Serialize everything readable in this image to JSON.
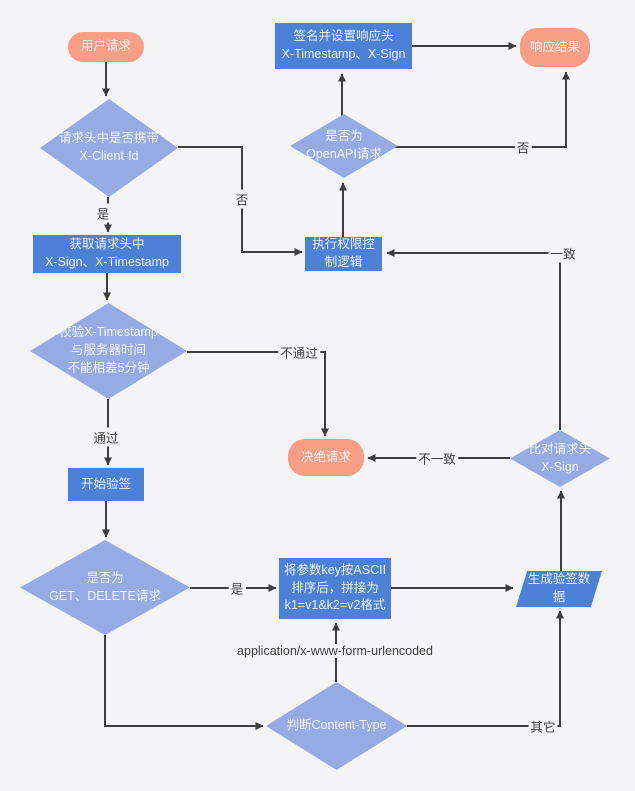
{
  "diagram": {
    "title_hint": "OpenAPI request signature verification flowchart",
    "colors": {
      "background": "#f4f4f6",
      "terminal_fill": "#f99e86",
      "process_fill": "#4d81d7",
      "decision_fill": "#96aae3",
      "line": "#3e3e3e"
    },
    "nodes": {
      "user_request": {
        "label": "用户请求",
        "type": "terminal"
      },
      "check_client_id": {
        "label": "请求头中是否携带\nX-Client-Id",
        "type": "decision"
      },
      "get_headers": {
        "label": "获取请求头中\nX-Sign、X-Timestamp",
        "type": "process"
      },
      "verify_timestamp": {
        "label": "校验X-Timestamp\n与服务器时间\n不能相差5分钟",
        "type": "decision"
      },
      "start_verify": {
        "label": "开始验签",
        "type": "process"
      },
      "check_method": {
        "label": "是否为\nGET、DELETE请求",
        "type": "decision"
      },
      "sort_params": {
        "label": "将参数key按ASCII\n排序后，拼接为\nk1=v1&k2=v2格式",
        "type": "process"
      },
      "check_content_type": {
        "label": "判断Content-Type",
        "type": "decision"
      },
      "gen_verify_data": {
        "label": "生成验签数\n据",
        "type": "io"
      },
      "compare_sign": {
        "label": "比对请求头\nX-Sign",
        "type": "decision"
      },
      "reject_request": {
        "label": "决绝请求",
        "type": "terminal"
      },
      "exec_auth": {
        "label": "执行权限控\n制逻辑",
        "type": "process"
      },
      "check_openapi": {
        "label": "是否为\nOpenAPI请求",
        "type": "decision"
      },
      "sign_headers": {
        "label": "签名并设置响应头\nX-Timestamp、X-Sign",
        "type": "process"
      },
      "response_result": {
        "label": "响应结果",
        "type": "terminal"
      }
    },
    "edge_labels": {
      "yes1": {
        "text": "是"
      },
      "no1": {
        "text": "否"
      },
      "pass": {
        "text": "通过"
      },
      "fail": {
        "text": "不通过"
      },
      "mismatch": {
        "text": "不一致"
      },
      "match": {
        "text": "一致"
      },
      "yes2": {
        "text": "是"
      },
      "form_urlencoded": {
        "text": "application/x-www-form-urlencoded"
      },
      "other": {
        "text": "其它"
      },
      "no2": {
        "text": "否"
      }
    }
  }
}
